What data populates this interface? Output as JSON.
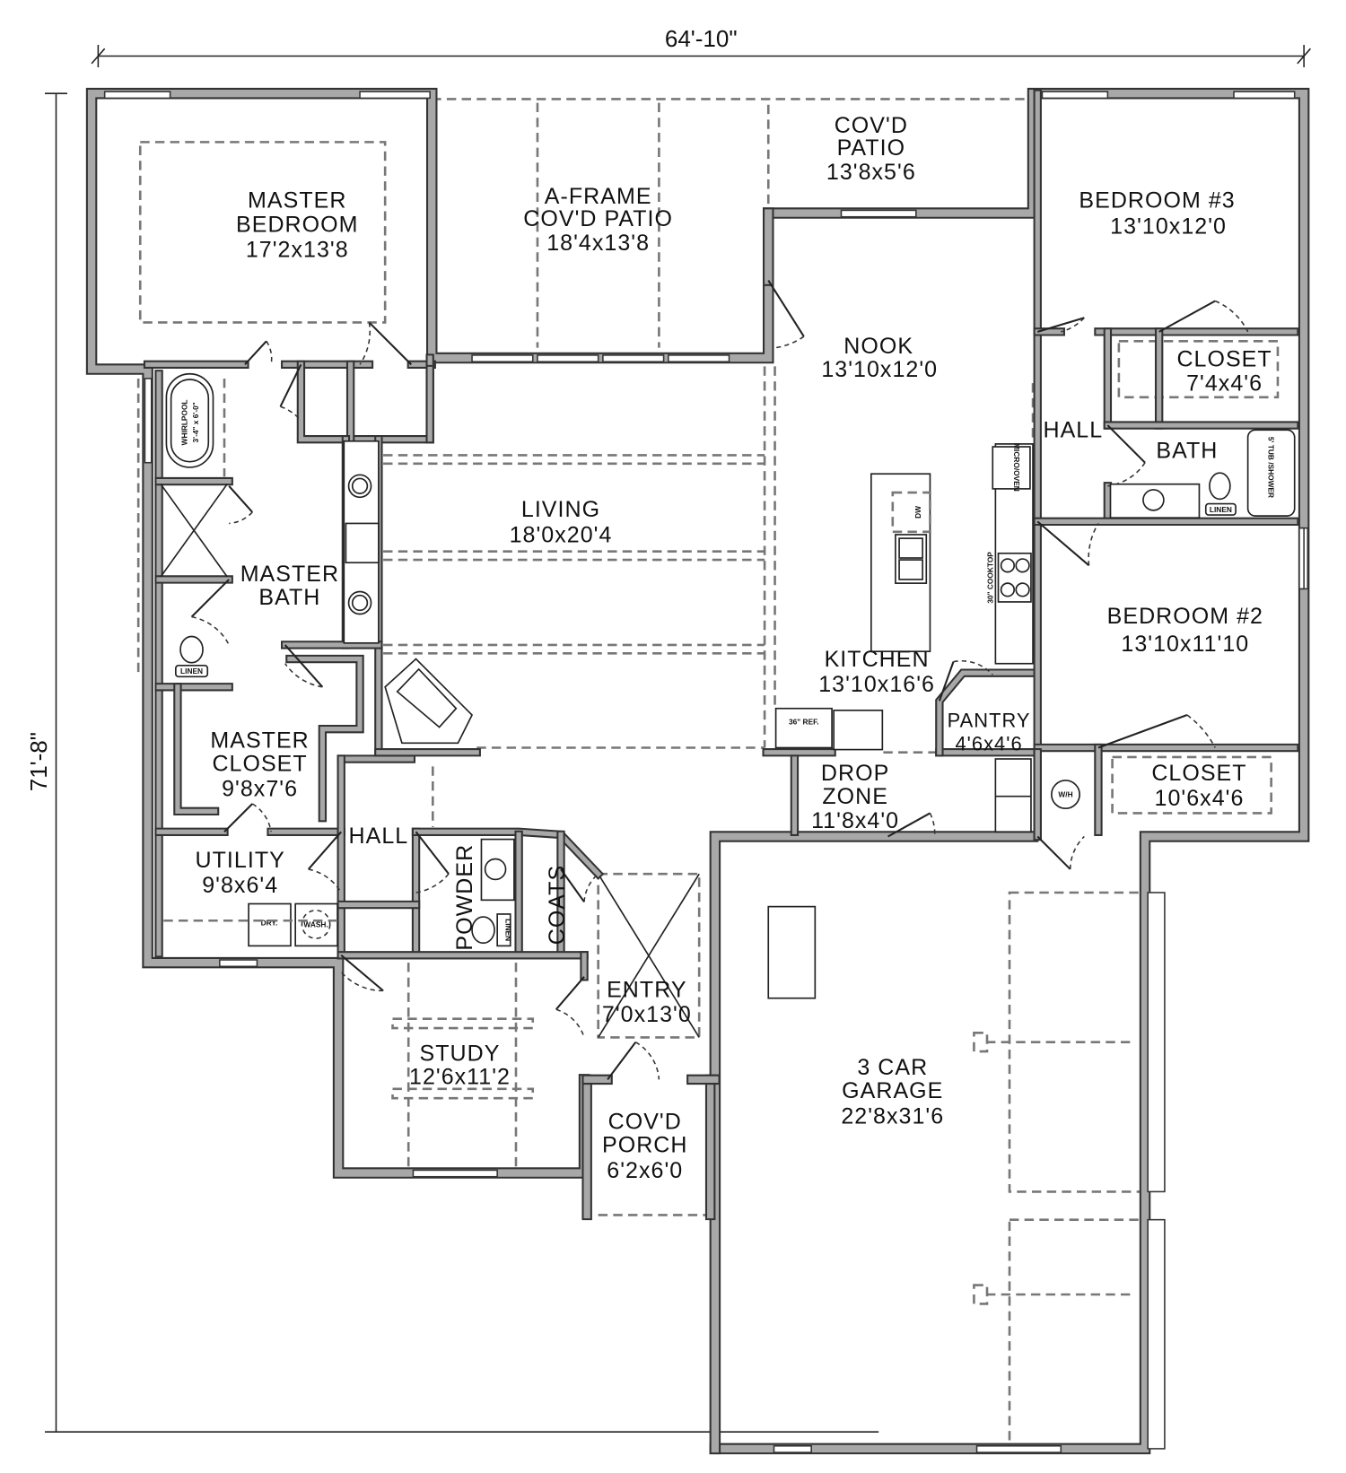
{
  "dimensions": {
    "width": "64'-10\"",
    "depth": "71'-8\""
  },
  "rooms": {
    "master_bedroom": {
      "name1": "MASTER",
      "name2": "BEDROOM",
      "size": "17'2x13'8"
    },
    "aframe_patio": {
      "name1": "A-FRAME",
      "name2": "COV'D PATIO",
      "size": "18'4x13'8"
    },
    "covd_patio": {
      "name1": "COV'D",
      "name2": "PATIO",
      "size": "13'8x5'6"
    },
    "bedroom3": {
      "name": "BEDROOM #3",
      "size": "13'10x12'0"
    },
    "nook": {
      "name": "NOOK",
      "size": "13'10x12'0"
    },
    "closet1": {
      "name": "CLOSET",
      "size": "7'4x4'6"
    },
    "hall_right": {
      "name": "HALL"
    },
    "bath": {
      "name": "BATH"
    },
    "living": {
      "name": "LIVING",
      "size": "18'0x20'4"
    },
    "master_bath": {
      "name1": "MASTER",
      "name2": "BATH"
    },
    "bedroom2": {
      "name": "BEDROOM #2",
      "size": "13'10x11'10"
    },
    "kitchen": {
      "name": "KITCHEN",
      "size": "13'10x16'6"
    },
    "pantry": {
      "name": "PANTRY",
      "size": "4'6x4'6"
    },
    "master_closet": {
      "name1": "MASTER",
      "name2": "CLOSET",
      "size": "9'8x7'6"
    },
    "closet2": {
      "name": "CLOSET",
      "size": "10'6x4'6"
    },
    "drop_zone": {
      "name1": "DROP",
      "name2": "ZONE",
      "size": "11'8x4'0"
    },
    "hall_left": {
      "name": "HALL"
    },
    "utility": {
      "name": "UTILITY",
      "size": "9'8x6'4"
    },
    "powder": {
      "name": "POWDER"
    },
    "coats": {
      "name": "COATS"
    },
    "entry": {
      "name": "ENTRY",
      "size": "7'0x13'0"
    },
    "study": {
      "name": "STUDY",
      "size": "12'6x11'2"
    },
    "garage": {
      "name1": "3 CAR",
      "name2": "GARAGE",
      "size": "22'8x31'6"
    },
    "porch": {
      "name1": "COV'D",
      "name2": "PORCH",
      "size": "6'2x6'0"
    }
  },
  "fixtures": {
    "whirlpool": "WHIRLPOOL",
    "whirlpool_size": "3'-4\" x 6'-0\"",
    "linen": "LINEN",
    "dryer": "DRY.",
    "washer": "WASH.",
    "dishwasher": "DW",
    "refrigerator": "36\" REF.",
    "cooktop": "30\" COOKTOP",
    "micro_oven": "MICRO/OVEN",
    "tub_shower": "5' TUB /SHOWER",
    "water_heater": "W/H"
  },
  "colors": {
    "wall_fill": "#a8a8a8",
    "wall_line": "#333333",
    "dashed": "#777777"
  }
}
